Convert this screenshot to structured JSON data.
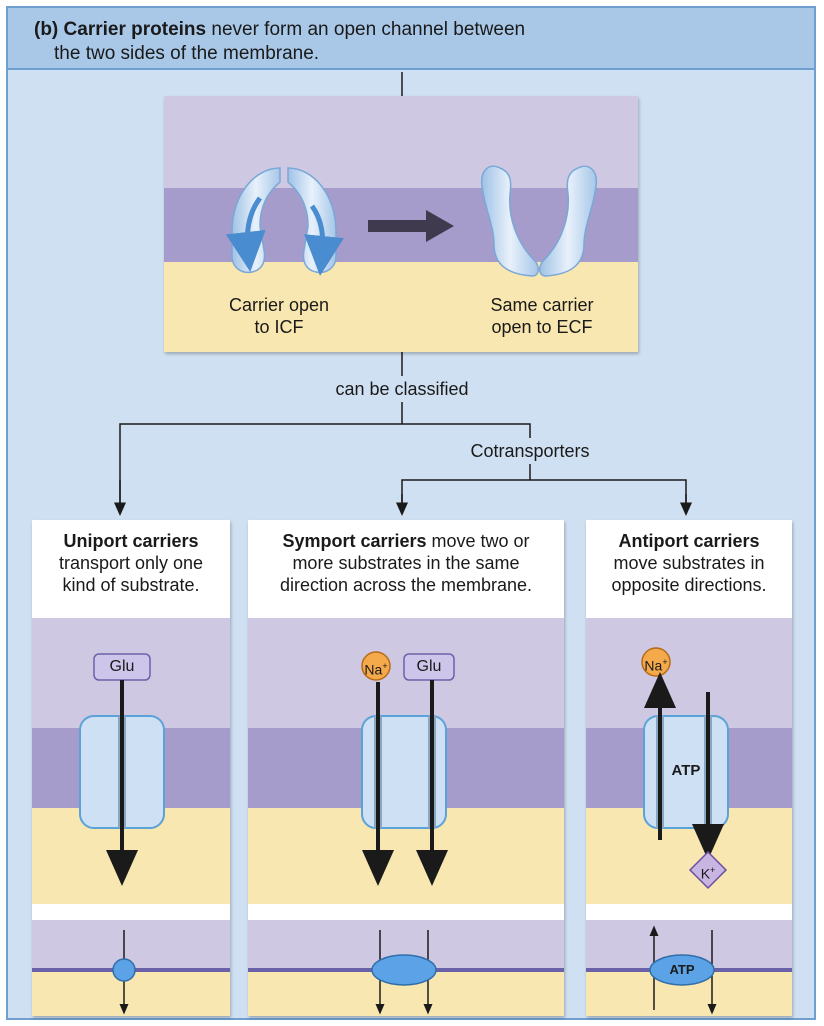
{
  "header": {
    "title_bold": "(b) Carrier proteins",
    "title_rest_line1": " never form an open channel between",
    "title_line2": "the two sides of the membrane."
  },
  "top_panel": {
    "left_label_line1": "Carrier open",
    "left_label_line2": "to ICF",
    "right_label_line1": "Same carrier",
    "right_label_line2": "open to ECF"
  },
  "flow": {
    "classified_label": "can be classified",
    "cotransporters_label": "Cotransporters"
  },
  "panels": [
    {
      "title_bold": "Uniport carriers",
      "line1_rest": "",
      "line2": "transport only one",
      "line3": "kind of substrate.",
      "substrate": "Glu"
    },
    {
      "title_bold": "Symport carriers",
      "line1_rest": " move two or",
      "line2": "more substrates in the same",
      "line3": "direction across the membrane.",
      "ion": "Na",
      "ion_sup": "+",
      "substrate": "Glu"
    },
    {
      "title_bold": "Antiport carriers",
      "line1_rest": "",
      "line2": "move substrates in",
      "line3": "opposite directions.",
      "ion_out": "Na",
      "ion_out_sup": "+",
      "ion_in": "K",
      "ion_in_sup": "+",
      "atp_label": "ATP",
      "atp_small_label": "ATP"
    }
  ],
  "colors": {
    "ecf": "#cfc8e2",
    "membrane": "#a59ccb",
    "icf": "#f9e7b1",
    "carrier_fill": "#cde0f4",
    "carrier_stroke": "#5ba2d8",
    "ion_orange": "#f4a94a"
  }
}
